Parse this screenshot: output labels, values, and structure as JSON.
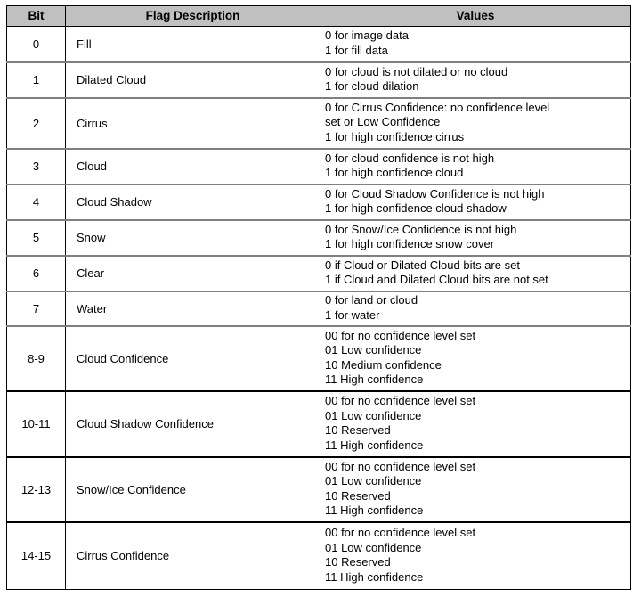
{
  "table": {
    "name": "landsat-qa-pixel-bit-flags",
    "columns": [
      {
        "key": "bit",
        "label": "Bit"
      },
      {
        "key": "flag_description",
        "label": "Flag Description"
      },
      {
        "key": "values",
        "label": "Values"
      }
    ],
    "header_background": "#c0c0c0",
    "border_color": "#000000",
    "rule_color": "#808080",
    "rows": [
      {
        "bit": "0",
        "flag_description": "Fill",
        "values": [
          "0 for image data",
          "1 for fill data"
        ]
      },
      {
        "bit": "1",
        "flag_description": "Dilated Cloud",
        "values": [
          "0 for cloud is not dilated or no cloud",
          "1 for cloud dilation"
        ]
      },
      {
        "bit": "2",
        "flag_description": "Cirrus",
        "values": [
          "0 for Cirrus Confidence: no confidence level",
          "set or Low Confidence",
          "1 for high confidence cirrus"
        ]
      },
      {
        "bit": "3",
        "flag_description": "Cloud",
        "values": [
          "0 for cloud confidence is not high",
          "1 for high confidence cloud"
        ]
      },
      {
        "bit": "4",
        "flag_description": "Cloud Shadow",
        "values": [
          "0 for Cloud Shadow Confidence is not high",
          "1 for high confidence cloud shadow"
        ]
      },
      {
        "bit": "5",
        "flag_description": "Snow",
        "values": [
          "0 for Snow/Ice Confidence is not high",
          "1 for high confidence snow cover"
        ]
      },
      {
        "bit": "6",
        "flag_description": "Clear",
        "values": [
          "0 if Cloud or Dilated Cloud bits are set",
          "1 if Cloud and Dilated Cloud bits are not set"
        ]
      },
      {
        "bit": "7",
        "flag_description": "Water",
        "values": [
          "0 for land or cloud",
          "1 for water"
        ]
      },
      {
        "bit": "8-9",
        "flag_description": "Cloud Confidence",
        "values": [
          "00 for no confidence level set",
          "01 Low confidence",
          "10 Medium confidence",
          "11 High confidence"
        ]
      },
      {
        "bit": "10-11",
        "flag_description": "Cloud Shadow Confidence",
        "values": [
          "00 for no confidence level set",
          "01 Low confidence",
          "10 Reserved",
          "11 High confidence"
        ]
      },
      {
        "bit": "12-13",
        "flag_description": "Snow/Ice Confidence",
        "values": [
          "00 for no confidence level set",
          "01 Low confidence",
          "10 Reserved",
          "11 High confidence"
        ]
      },
      {
        "bit": "14-15",
        "flag_description": "Cirrus Confidence",
        "values": [
          "00 for no confidence level set",
          "01 Low confidence",
          "10 Reserved",
          "11 High confidence"
        ]
      }
    ]
  }
}
